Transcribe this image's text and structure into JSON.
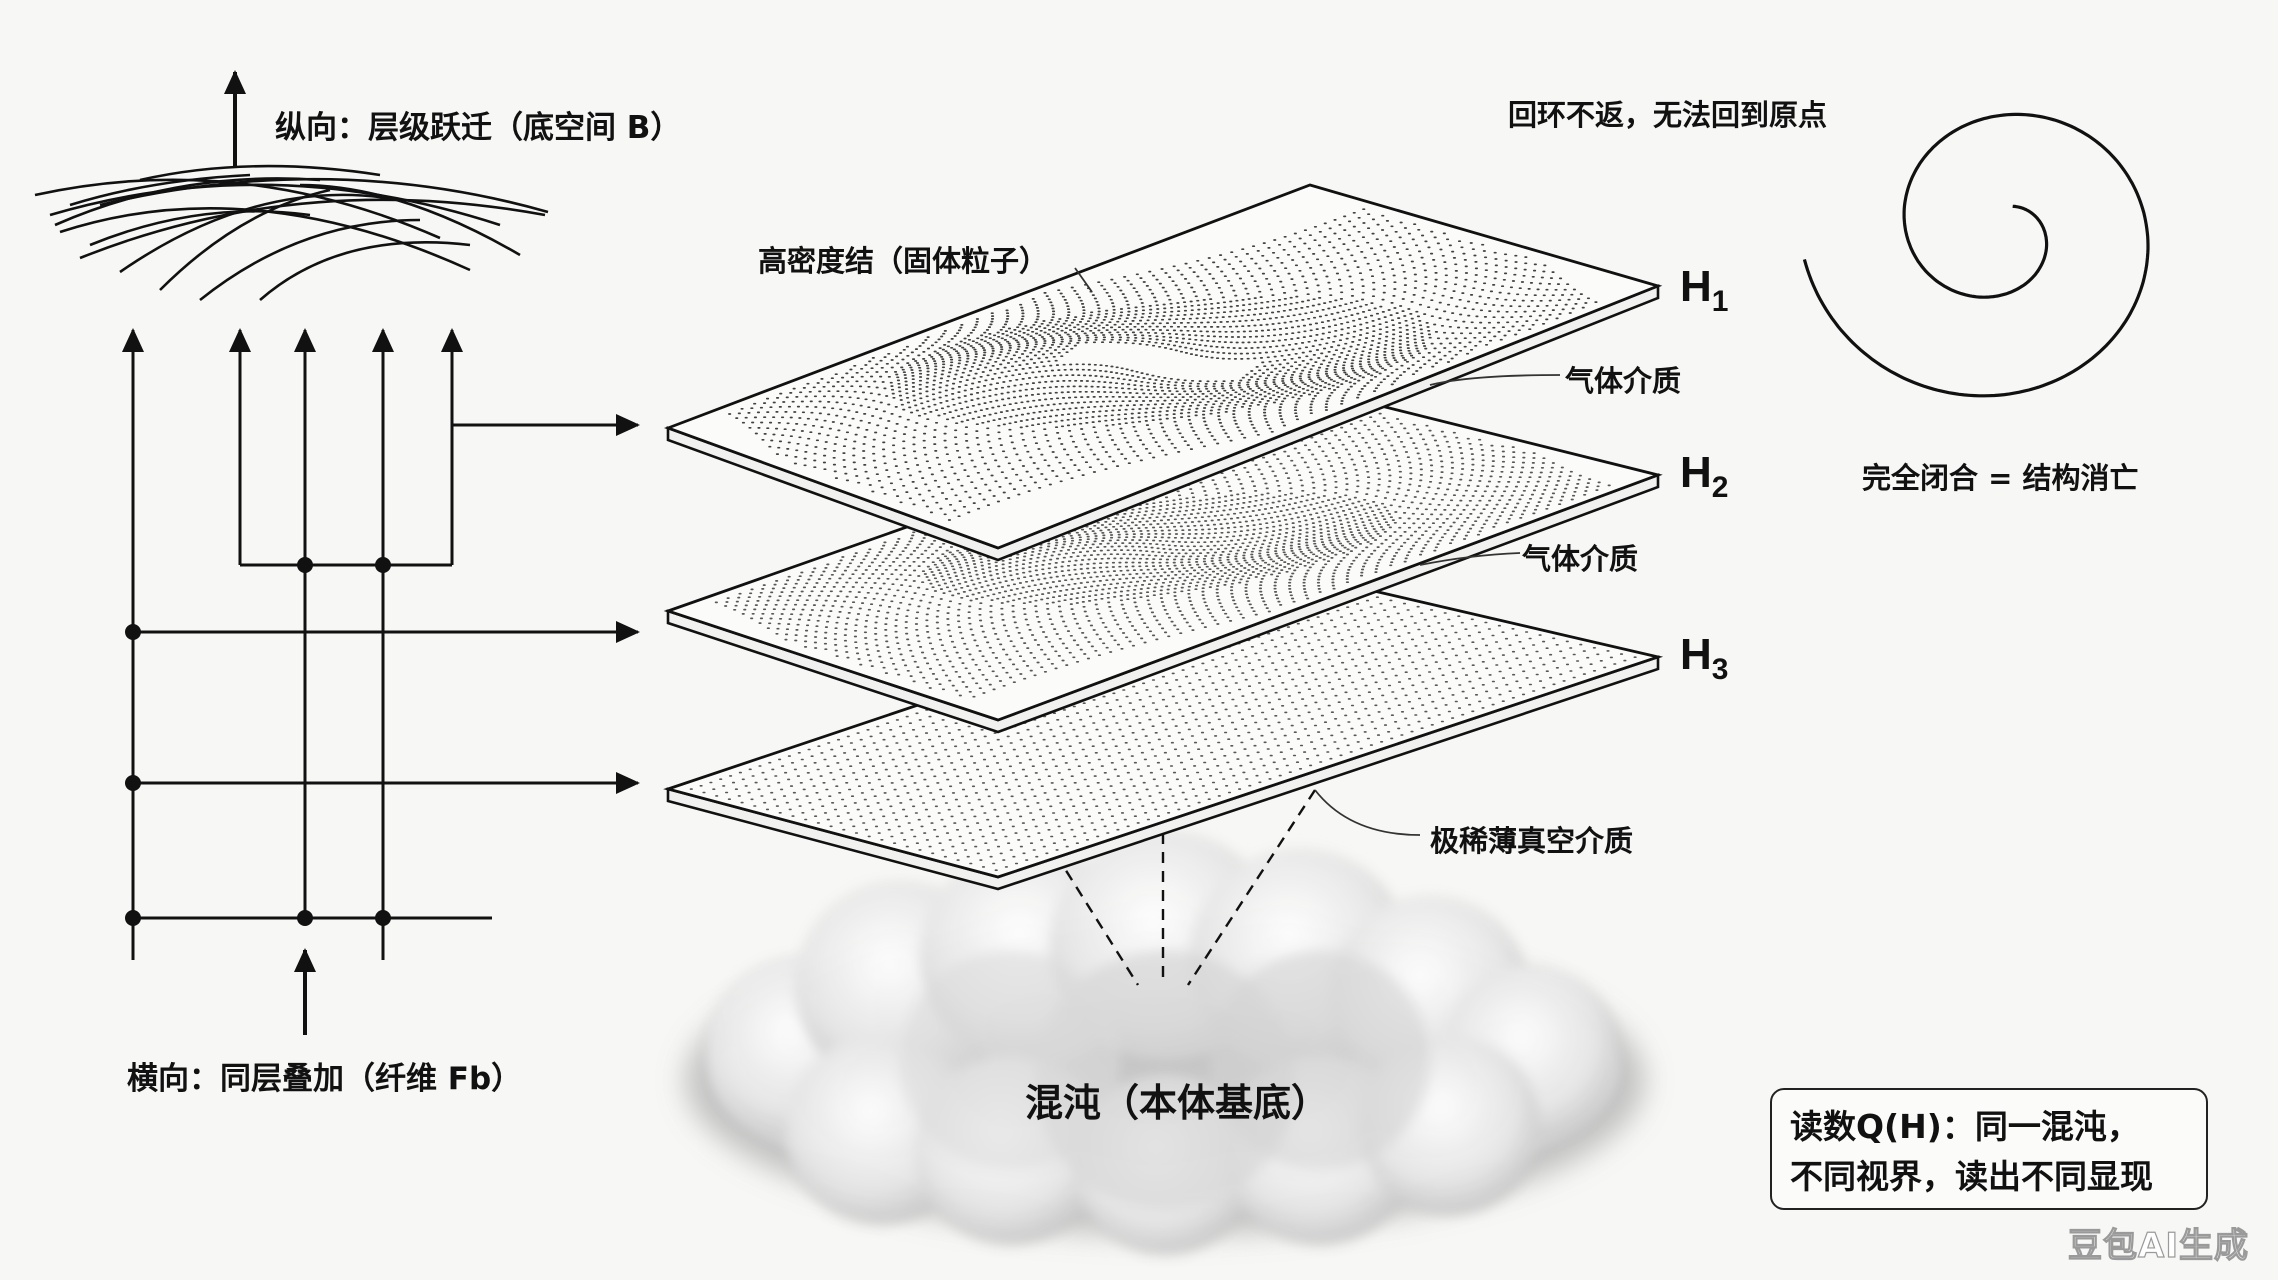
{
  "labels": {
    "vertical_axis": "纵向：层级跃迁（底空间 B）",
    "horizontal_axis": "横向：同层叠加（纤维 Fb）",
    "high_density_knot": "高密度结（固体粒子）",
    "gas_medium_1": "气体介质",
    "gas_medium_2": "气体介质",
    "vacuum_medium": "极稀薄真空介质",
    "chaos": "混沌（本体基底）",
    "spiral_note": "回环不返，无法回到原点",
    "closure_note": "完全闭合 = 结构消亡"
  },
  "layers": [
    {
      "letter": "H",
      "sub": "1"
    },
    {
      "letter": "H",
      "sub": "2"
    },
    {
      "letter": "H",
      "sub": "3"
    }
  ],
  "readout": {
    "line1": "读数Q(H)：同一混沌，",
    "line2": "不同视界，读出不同显现"
  },
  "watermark": "豆包AI生成",
  "colors": {
    "ink": "#111111",
    "background": "#f7f7f5",
    "cloud": "#bdbdbd"
  }
}
